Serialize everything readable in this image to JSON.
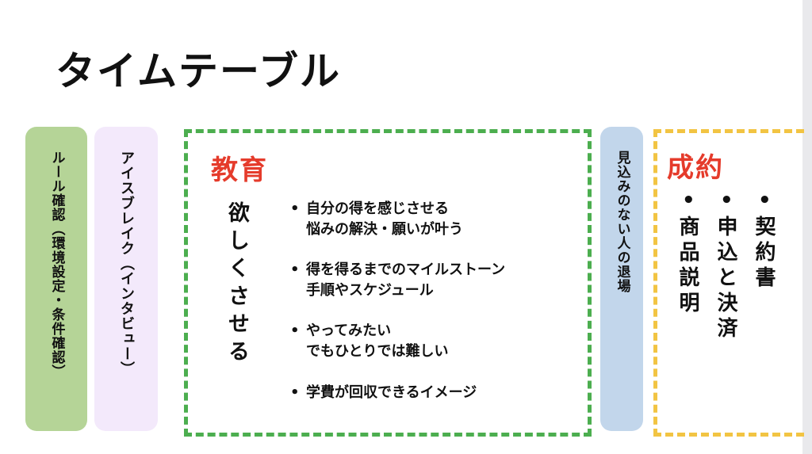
{
  "title": "タイムテーブル",
  "colors": {
    "green_pill": "#b5d497",
    "lavender_pill": "#f3e9fb",
    "blue_pill": "#c2d6eb",
    "green_dash": "#4cae4f",
    "yellow_dash": "#f2c443",
    "accent_red": "#e53b2b"
  },
  "pills": {
    "rules": "ルール確認（環境設定・条件確認）",
    "icebreak": "アイスブレイク（インタビュー）",
    "exit": "見込みのない人の退場"
  },
  "education": {
    "heading": "教育",
    "vertical": "欲しくさせる",
    "bullets": [
      {
        "dot": "•",
        "line1": "自分の得を感じさせる",
        "line2": "悩みの解決・願いが叶う"
      },
      {
        "dot": "•",
        "line1": "得を得るまでのマイルストーン",
        "line2": "手順やスケジュール"
      },
      {
        "dot": "•",
        "line1": "やってみたい",
        "line2": "でもひとりでは難しい"
      },
      {
        "dot": "•",
        "line1": "学費が回収できるイメージ",
        "line2": ""
      }
    ]
  },
  "contract": {
    "heading": "成約",
    "columns": [
      {
        "dot": "•",
        "text": "契約書"
      },
      {
        "dot": "•",
        "text": "申込と決済"
      },
      {
        "dot": "•",
        "text": "商品説明"
      }
    ]
  }
}
